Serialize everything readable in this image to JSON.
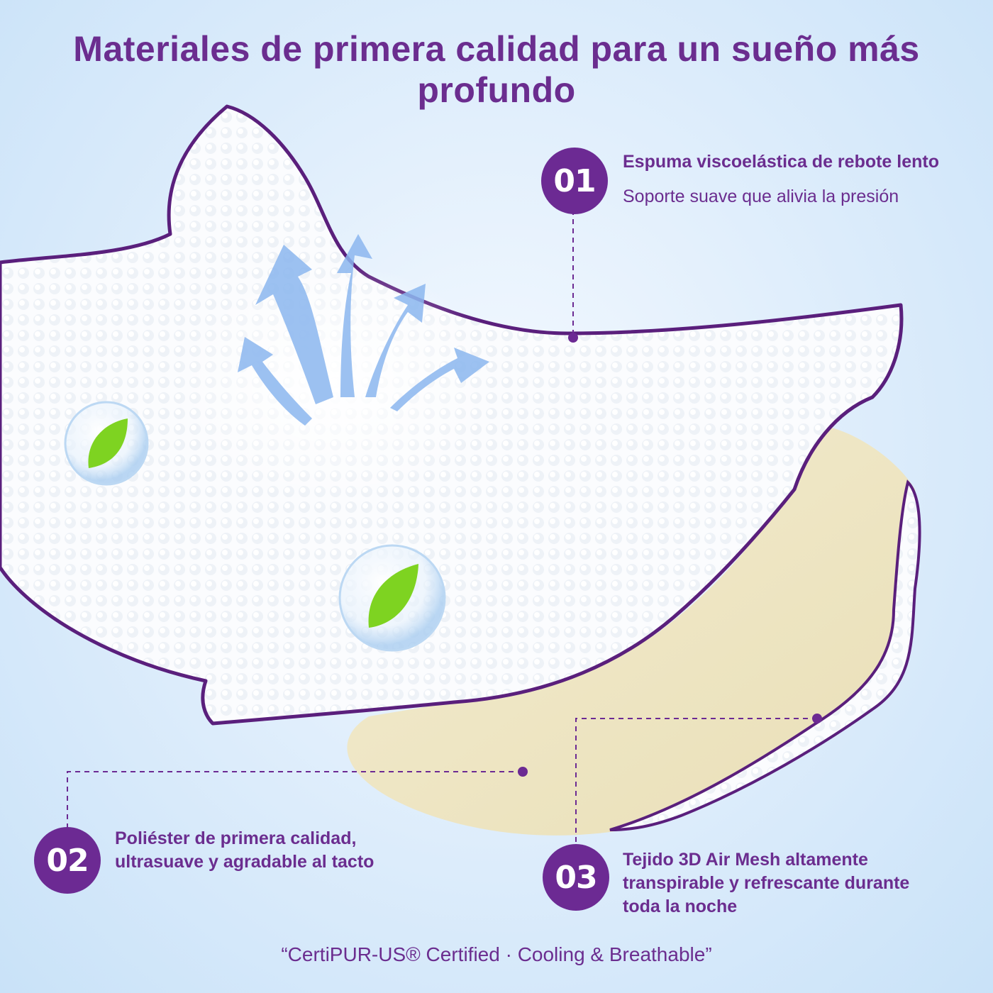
{
  "title": "Materiales de primera calidad para un sueño más profundo",
  "features": [
    {
      "number": "01",
      "lines": [
        "Espuma viscoelástica de rebote lento",
        "Soporte suave que alivia la presión"
      ]
    },
    {
      "number": "02",
      "lines": [
        "Poliéster de primera calidad,",
        "ultrasuave y agradable al tacto"
      ]
    },
    {
      "number": "03",
      "lines": [
        "Tejido 3D Air Mesh altamente",
        "transpirable y refrescante durante",
        "toda la noche"
      ]
    }
  ],
  "footer": "“CertiPUR-US® Certified · Cooling & Breathable”",
  "colors": {
    "accent": "#6c2a93",
    "pillow_cover": "#ffffff",
    "foam_core": "#efe7c6",
    "airflow_arrows": "#8bb6ee",
    "leaf": "#7ed321"
  }
}
